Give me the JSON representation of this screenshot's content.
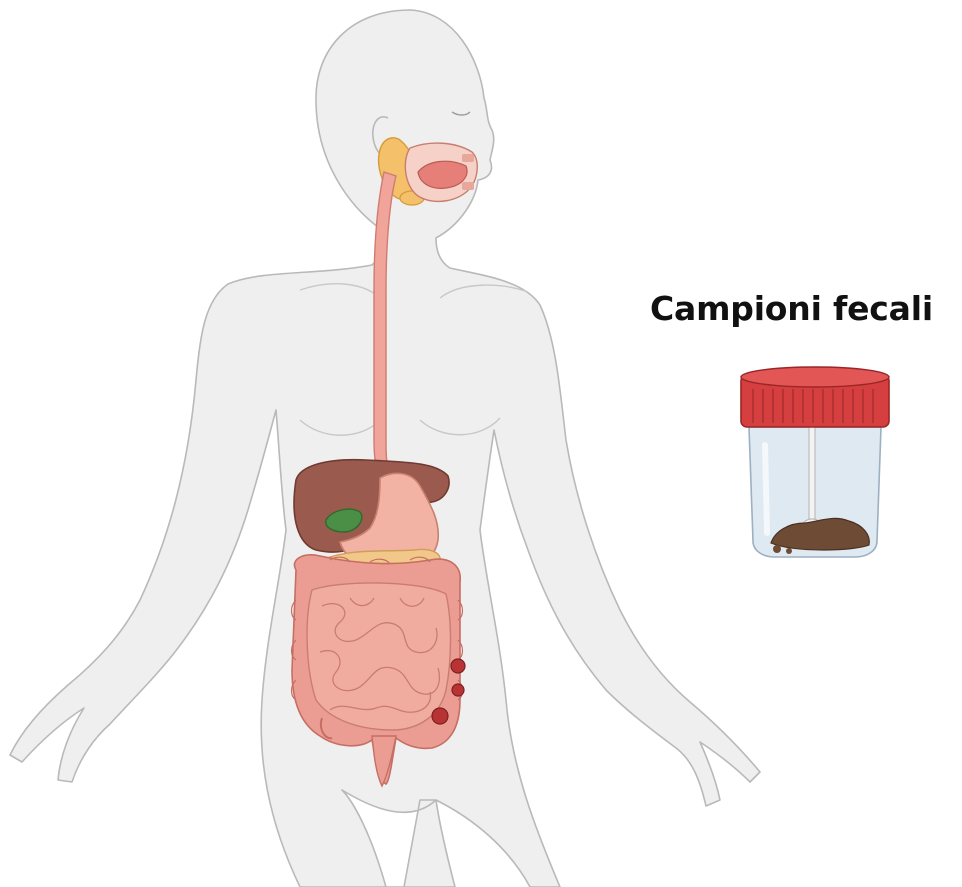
{
  "label": {
    "text": "Campioni fecali"
  },
  "illustration": {
    "subject": "female-body-digestive-system",
    "organs": [
      "salivary-glands",
      "mouth",
      "esophagus",
      "liver",
      "gallbladder",
      "stomach",
      "pancreas",
      "large-intestine",
      "small-intestine",
      "rectum"
    ],
    "colors": {
      "body_fill": "#eeeeee",
      "body_outline": "#b7b7b7",
      "esophagus": "#f0a49a",
      "liver": "#9b5a4e",
      "gallbladder": "#4b8e45",
      "stomach": "#f2b2a4",
      "pancreas": "#f2c88a",
      "intestine": "#ec9d93",
      "salivary": "#f4c06a",
      "lesion": "#b83434"
    }
  },
  "sample_jar": {
    "icon": "specimen-jar-icon",
    "lid_color": "#d53f3f",
    "glass_color": "#dfe9f2",
    "contents_color": "#6e4b34"
  }
}
